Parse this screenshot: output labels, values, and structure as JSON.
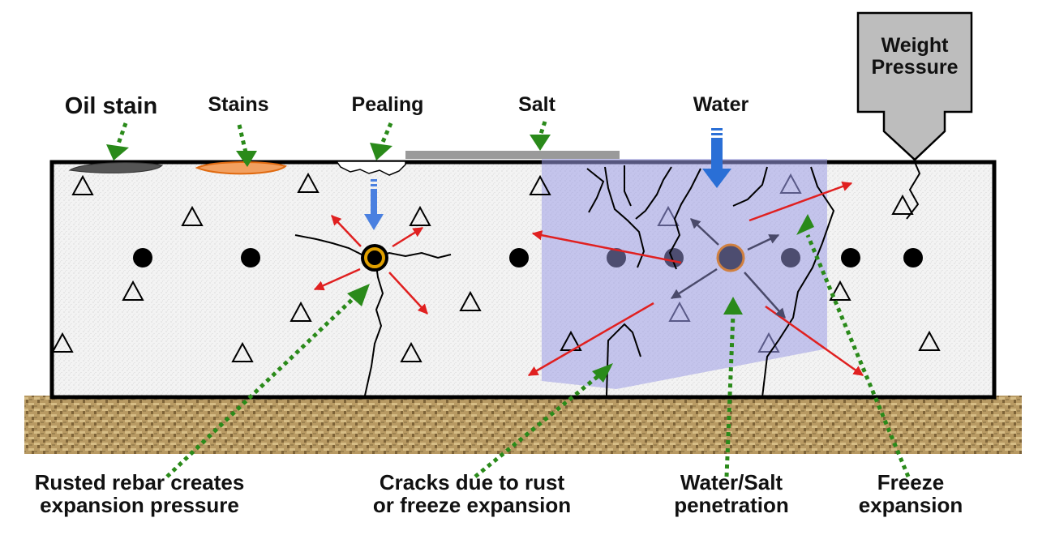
{
  "labels": {
    "oil_stain": "Oil stain",
    "stains": "Stains",
    "pealing": "Pealing",
    "salt": "Salt",
    "water": "Water",
    "weight_line1": "Weight",
    "weight_line2": "Pressure",
    "rusted_line1": "Rusted rebar creates",
    "rusted_line2": "expansion pressure",
    "cracks_line1": "Cracks due to rust",
    "cracks_line2": "or freeze expansion",
    "penetration_line1": "Water/Salt",
    "penetration_line2": "penetration",
    "freeze_line1": "Freeze",
    "freeze_line2": "expansion"
  },
  "colors": {
    "pointer_dotted": "#2a8a1a",
    "expansion_arrow": "#e02020",
    "water_arrow": "#2a6fd6",
    "saturated_zone": "#b9b9ee",
    "slab_fill": "#f2f2f2",
    "ground": "#b99a62",
    "oil_stain": "#555555",
    "stain": "#f08a30",
    "salt_layer": "#9a9a9a",
    "weight_arrow": "#bdbdbd"
  }
}
